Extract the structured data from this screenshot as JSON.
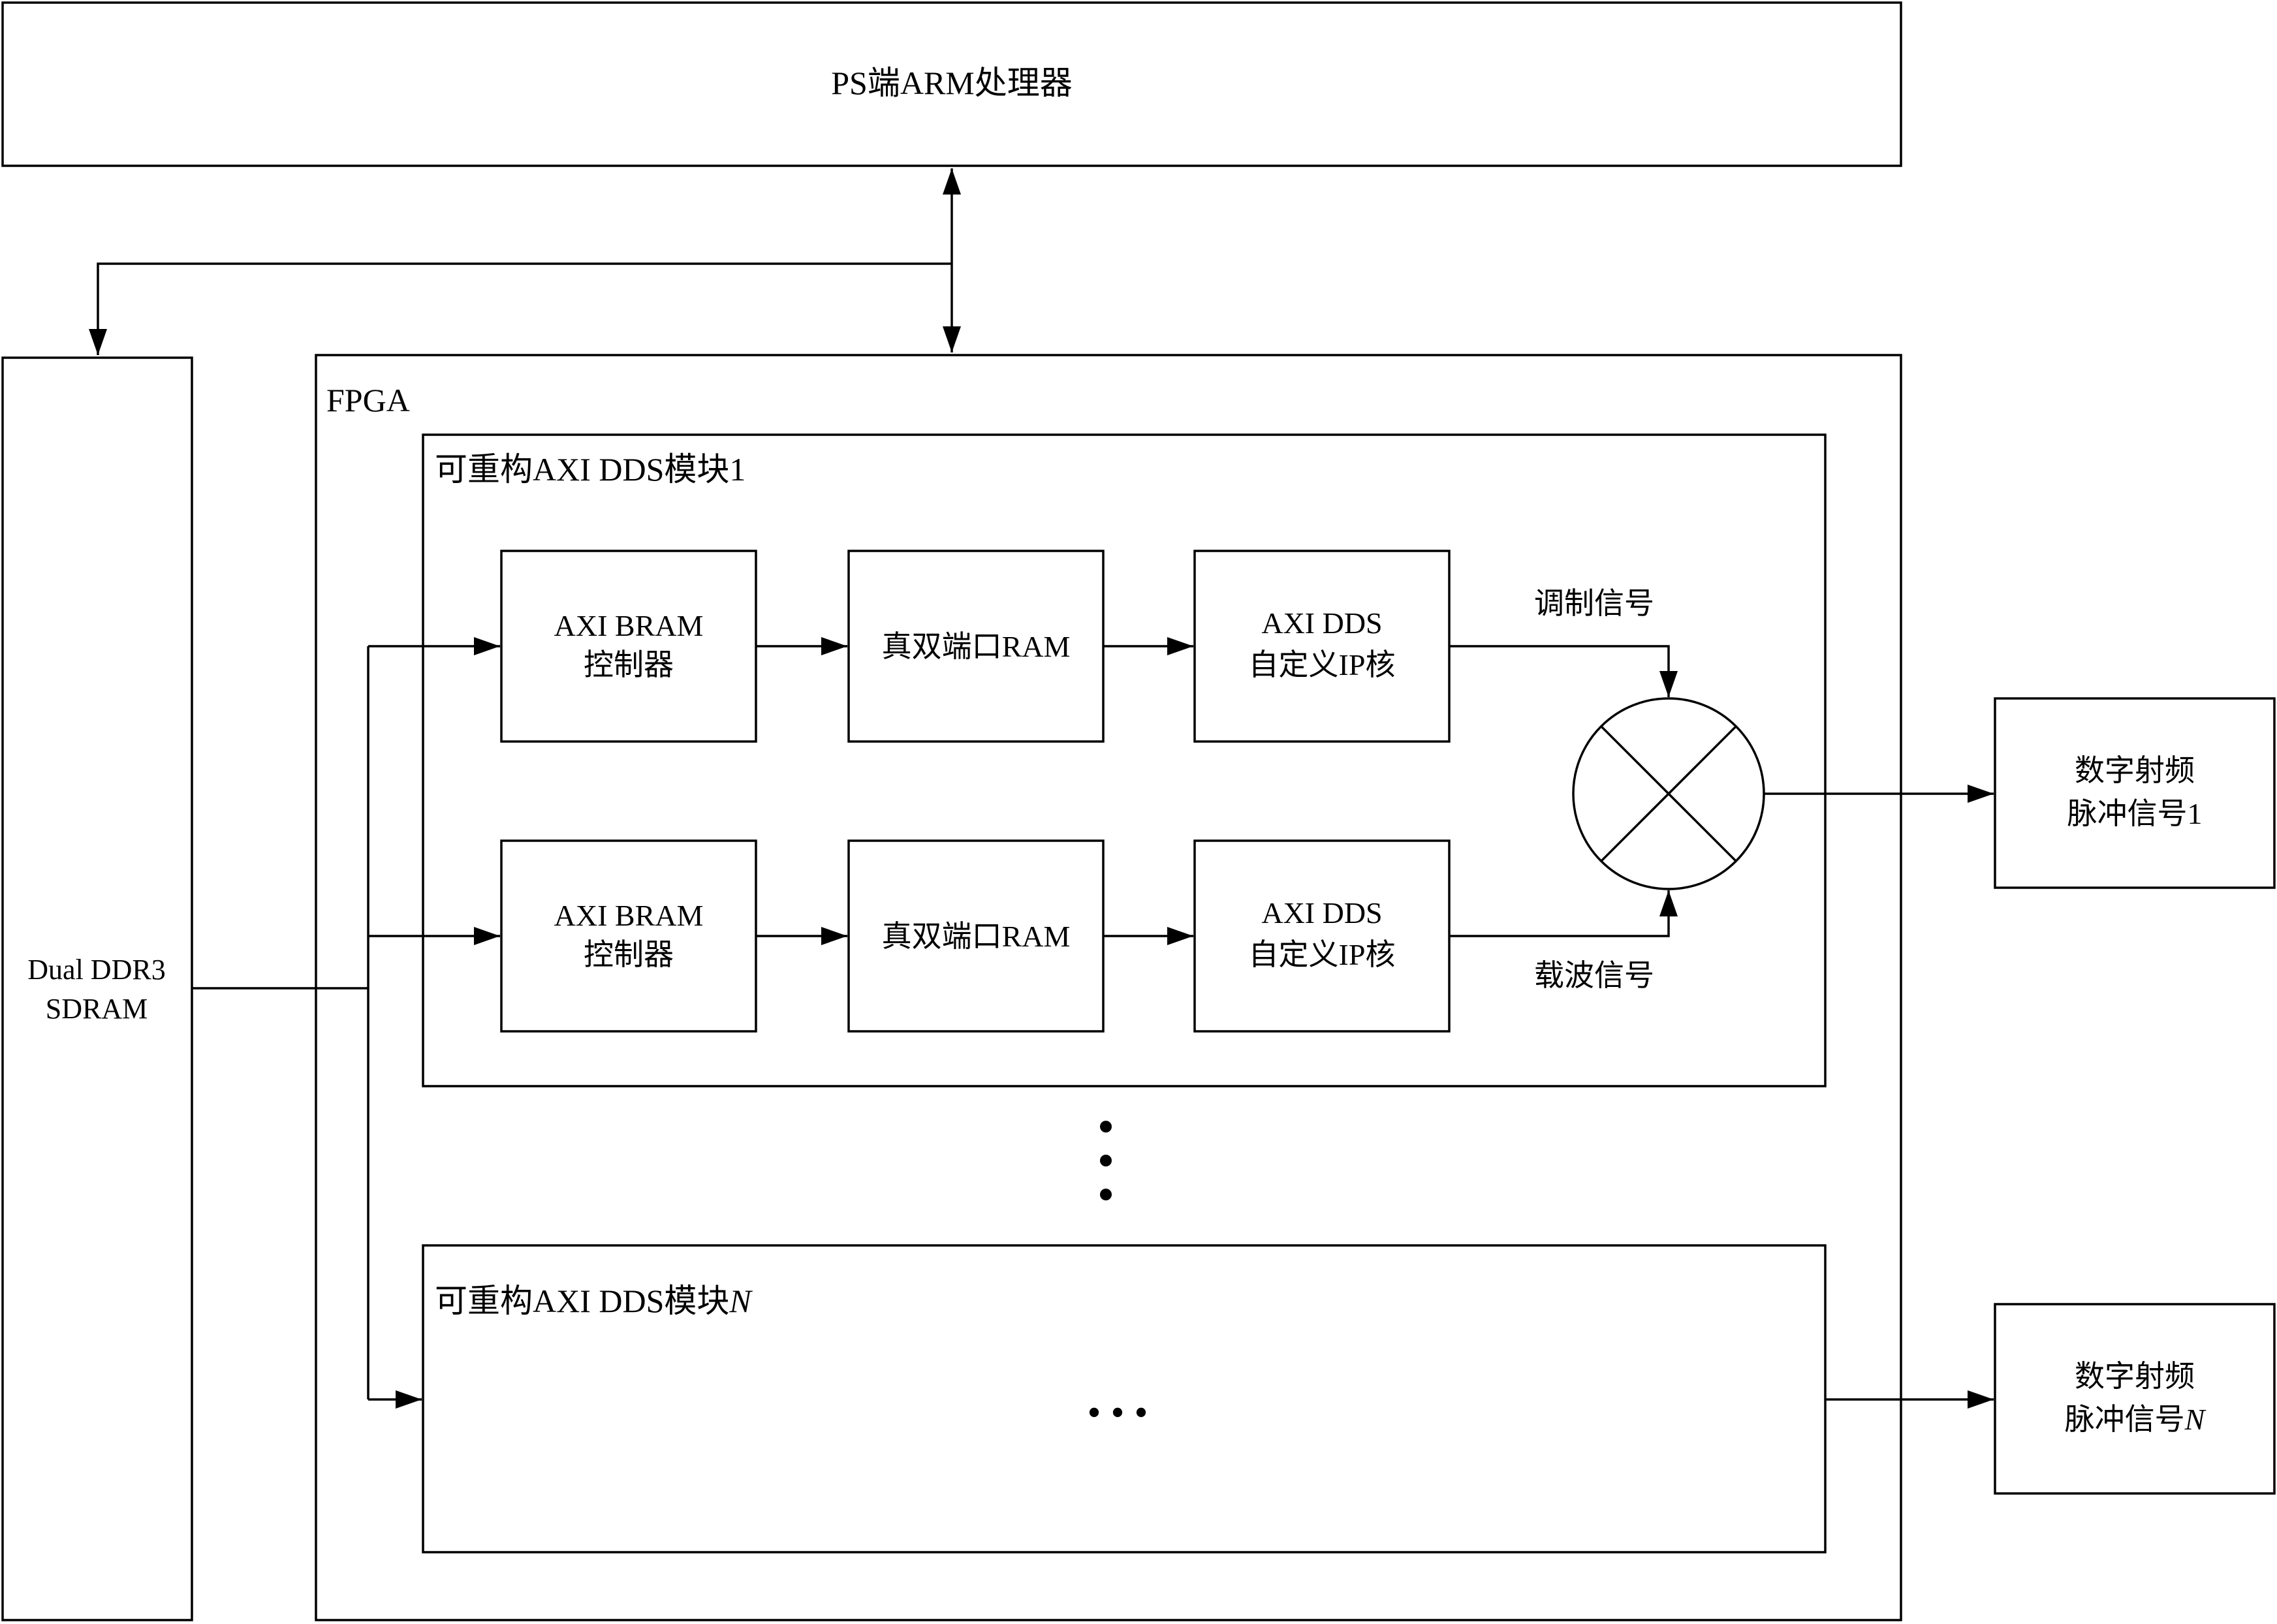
{
  "ps_arm": {
    "label": "PS端ARM处理器"
  },
  "ddr": {
    "line1": "Dual DDR3",
    "line2": "SDRAM"
  },
  "fpga": {
    "label": "FPGA"
  },
  "module1": {
    "title": "可重构AXI DDS模块1",
    "row1": {
      "bram_line1": "AXI BRAM",
      "bram_line2": "控制器",
      "ram": "真双端口RAM",
      "dds_line1": "AXI DDS",
      "dds_line2": "自定义IP核"
    },
    "row2": {
      "bram_line1": "AXI BRAM",
      "bram_line2": "控制器",
      "ram": "真双端口RAM",
      "dds_line1": "AXI DDS",
      "dds_line2": "自定义IP核"
    },
    "mod_signal": "调制信号",
    "carrier_signal": "载波信号"
  },
  "moduleN": {
    "title_prefix": "可重构AXI DDS模块",
    "title_suffix": "N",
    "ellipsis": "• • •"
  },
  "output1": {
    "line1": "数字射频",
    "line2": "脉冲信号1"
  },
  "outputN": {
    "line1": "数字射频",
    "line2_prefix": "脉冲信号",
    "line2_suffix": "N"
  }
}
